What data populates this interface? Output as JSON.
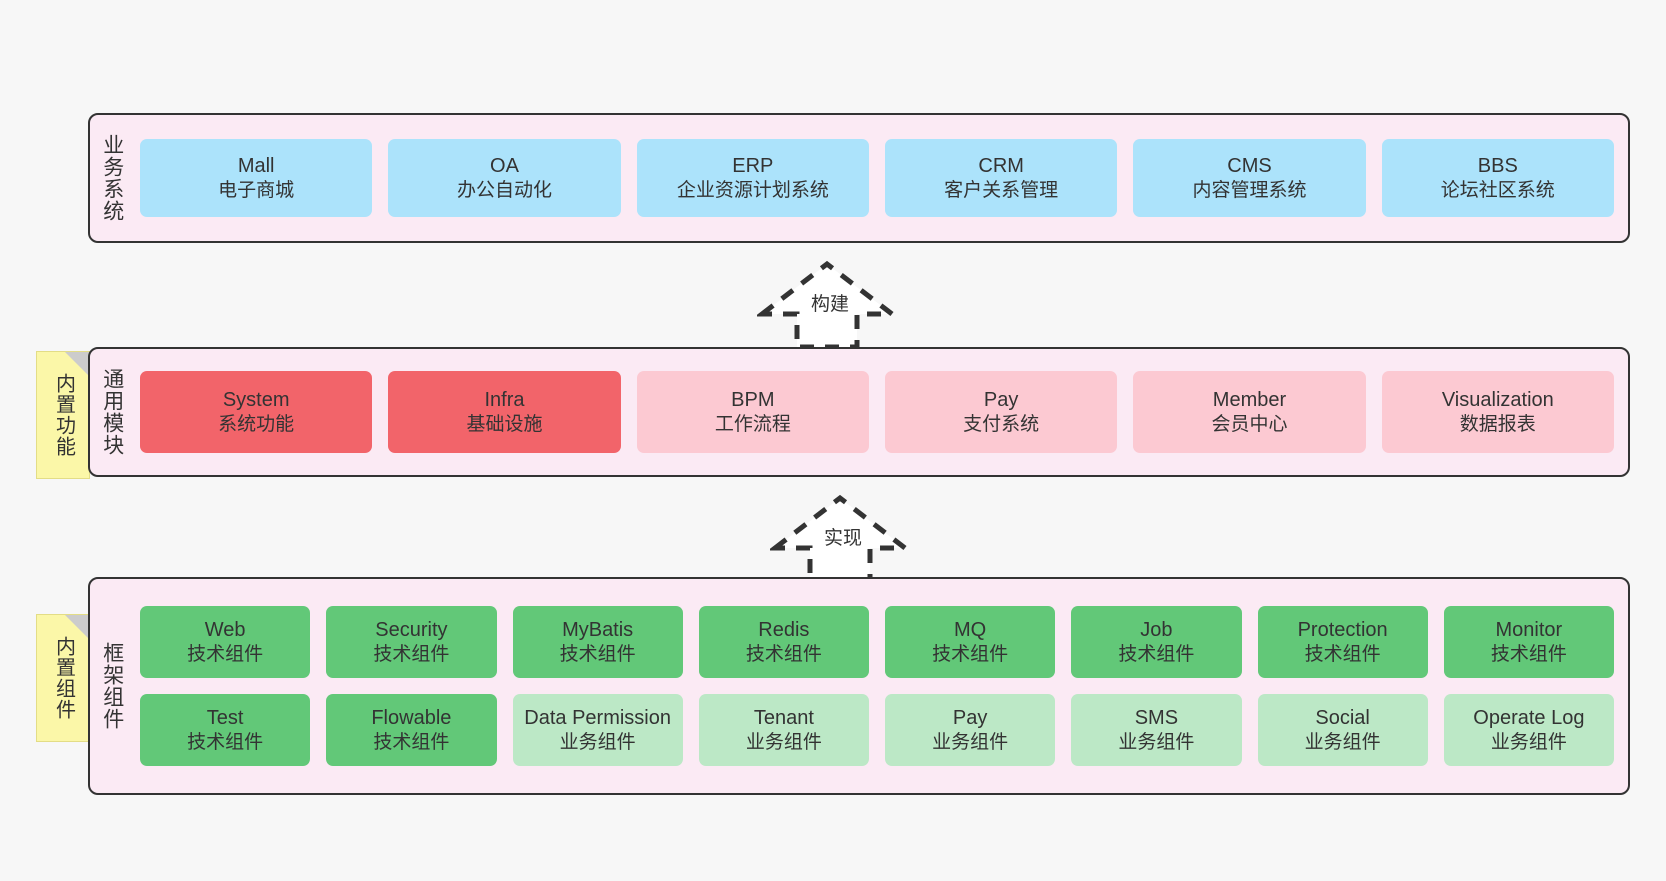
{
  "diagram": {
    "background_color": "#f7f7f7",
    "panel_fill": "#fbeaf4",
    "panel_border": "#333333",
    "sticky_fill": "#fbf7a8"
  },
  "sections": {
    "business": {
      "label": "业务系统",
      "color": "#ace3fb",
      "items": [
        {
          "title": "Mall",
          "sub": "电子商城"
        },
        {
          "title": "OA",
          "sub": "办公自动化"
        },
        {
          "title": "ERP",
          "sub": "企业资源计划系统"
        },
        {
          "title": "CRM",
          "sub": "客户关系管理"
        },
        {
          "title": "CMS",
          "sub": "内容管理系统"
        },
        {
          "title": "BBS",
          "sub": "论坛社区系统"
        }
      ]
    },
    "common": {
      "label": "通用模块",
      "sticky": "内置功能",
      "color_primary": "#f2646a",
      "color_secondary": "#fcc9d2",
      "items": [
        {
          "title": "System",
          "sub": "系统功能",
          "variant": "red"
        },
        {
          "title": "Infra",
          "sub": "基础设施",
          "variant": "red"
        },
        {
          "title": "BPM",
          "sub": "工作流程",
          "variant": "pink"
        },
        {
          "title": "Pay",
          "sub": "支付系统",
          "variant": "pink"
        },
        {
          "title": "Member",
          "sub": "会员中心",
          "variant": "pink"
        },
        {
          "title": "Visualization",
          "sub": "数据报表",
          "variant": "pink"
        }
      ]
    },
    "framework": {
      "label": "框架组件",
      "sticky": "内置组件",
      "color_tech": "#62c878",
      "color_biz": "#bce8c6",
      "row1": [
        {
          "title": "Web",
          "sub": "技术组件",
          "variant": "green"
        },
        {
          "title": "Security",
          "sub": "技术组件",
          "variant": "green"
        },
        {
          "title": "MyBatis",
          "sub": "技术组件",
          "variant": "green"
        },
        {
          "title": "Redis",
          "sub": "技术组件",
          "variant": "green"
        },
        {
          "title": "MQ",
          "sub": "技术组件",
          "variant": "green"
        },
        {
          "title": "Job",
          "sub": "技术组件",
          "variant": "green"
        },
        {
          "title": "Protection",
          "sub": "技术组件",
          "variant": "green"
        },
        {
          "title": "Monitor",
          "sub": "技术组件",
          "variant": "green"
        }
      ],
      "row2": [
        {
          "title": "Test",
          "sub": "技术组件",
          "variant": "green"
        },
        {
          "title": "Flowable",
          "sub": "技术组件",
          "variant": "green"
        },
        {
          "title": "Data Permission",
          "sub": "业务组件",
          "variant": "lgreen"
        },
        {
          "title": "Tenant",
          "sub": "业务组件",
          "variant": "lgreen"
        },
        {
          "title": "Pay",
          "sub": "业务组件",
          "variant": "lgreen"
        },
        {
          "title": "SMS",
          "sub": "业务组件",
          "variant": "lgreen"
        },
        {
          "title": "Social",
          "sub": "业务组件",
          "variant": "lgreen"
        },
        {
          "title": "Operate Log",
          "sub": "业务组件",
          "variant": "lgreen"
        }
      ]
    }
  },
  "connectors": [
    {
      "label": "构建",
      "from": "common",
      "to": "business"
    },
    {
      "label": "实现",
      "from": "framework",
      "to": "common"
    }
  ]
}
